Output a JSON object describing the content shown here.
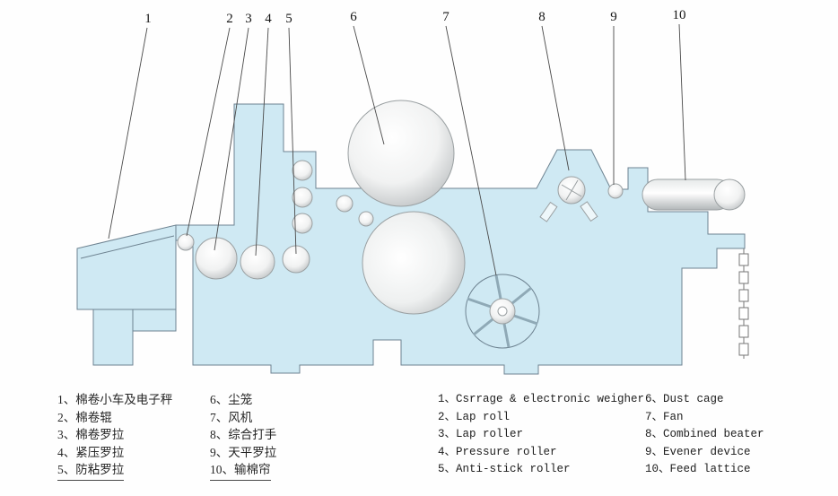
{
  "colors": {
    "body_fill": "#cfe9f3",
    "body_outline": "#6e8391",
    "roller_edge": "#9aa0a2",
    "leader_line": "#4a4a4a",
    "text": "#1c1c1c"
  },
  "callouts": {
    "labels": [
      "1",
      "2",
      "3",
      "4",
      "5",
      "6",
      "7",
      "8",
      "9",
      "10"
    ]
  },
  "legend": {
    "cn_col1": [
      "1、棉卷小车及电子秤",
      "2、棉卷辊",
      "3、棉卷罗拉",
      "4、紧压罗拉",
      "5、防粘罗拉"
    ],
    "cn_col2": [
      "6、尘笼",
      "7、风机",
      "8、综合打手",
      "9、天平罗拉",
      "10、输棉帘"
    ],
    "en_col1": [
      "1、Csrrage & electronic weigher",
      "2、Lap roll",
      "3、Lap roller",
      "4、Pressure roller",
      "5、Anti-stick roller"
    ],
    "en_col2": [
      "6、Dust cage",
      "7、Fan",
      "8、Combined beater",
      "9、Evener device",
      "10、Feed lattice"
    ]
  }
}
